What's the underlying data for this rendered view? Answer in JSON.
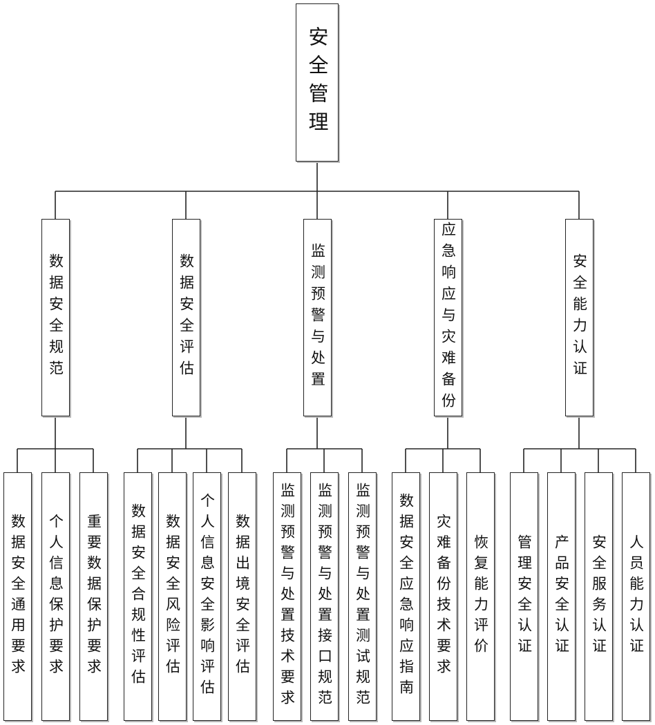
{
  "root": {
    "label": "安全管理"
  },
  "categories": [
    {
      "label": "数据安全规范",
      "children": [
        "数据安全通用要求",
        "个人信息保护要求",
        "重要数据保护要求"
      ]
    },
    {
      "label": "数据安全评估",
      "children": [
        "数据安全合规性评估",
        "数据安全风险评估",
        "个人信息安全影响评估",
        "数据出境安全评估"
      ]
    },
    {
      "label": "监测预警与处置",
      "children": [
        "监测预警与处置技术要求",
        "监测预警与处置接口规范",
        "监测预警与处置测试规范"
      ]
    },
    {
      "label": "应急响应与灾难备份",
      "children": [
        "数据安全应急响应指南",
        "灾难备份技术要求",
        "恢复能力评价"
      ]
    },
    {
      "label": "安全能力认证",
      "children": [
        "管理安全认证",
        "产品安全认证",
        "安全服务认证",
        "人员能力认证"
      ]
    }
  ]
}
